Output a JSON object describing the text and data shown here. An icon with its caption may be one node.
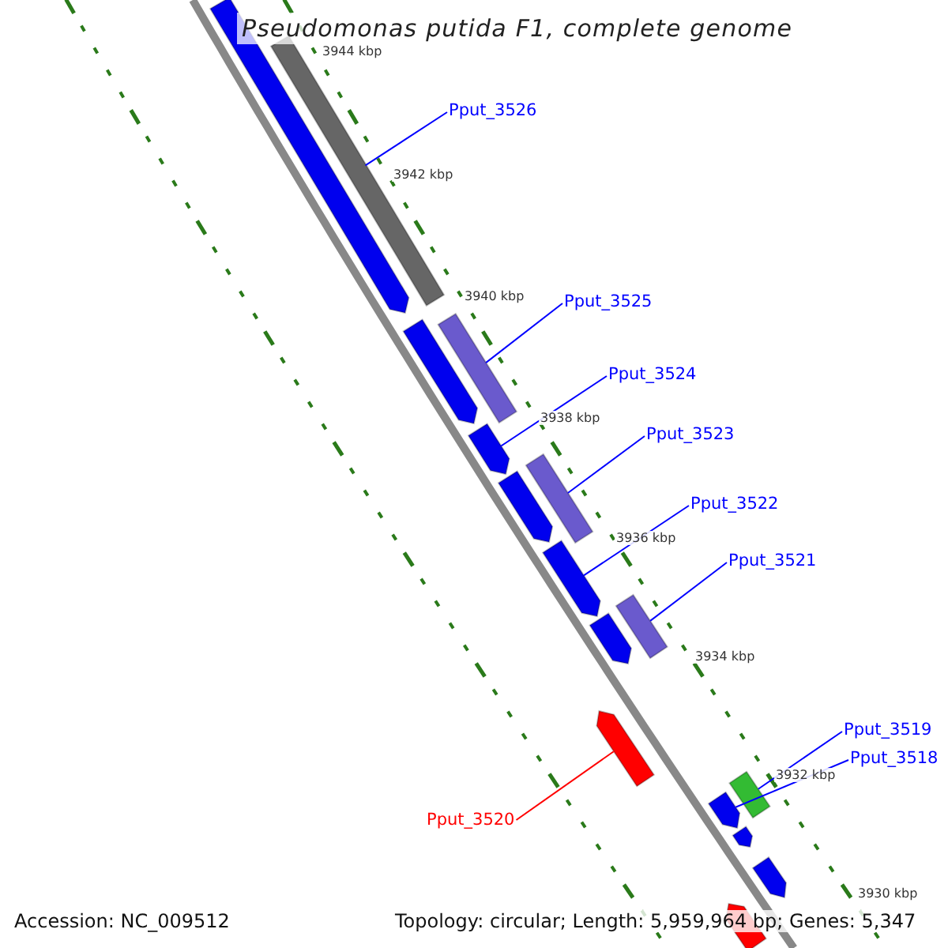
{
  "diagram": {
    "title": "Pseudomonas putida F1, complete genome",
    "nodes": [
      {
        "text": [
          "Pput_3526"
        ]
      },
      {
        "text": [
          "Pput_3525"
        ]
      },
      {
        "text": [
          "Pput_3524"
        ]
      },
      {
        "text": [
          "Pput_3523"
        ]
      },
      {
        "text": [
          "Pput_3522"
        ]
      },
      {
        "text": [
          "Pput_3521"
        ]
      },
      {
        "text": [
          "Pput_3520"
        ]
      },
      {
        "text": [
          "Pput_3519"
        ]
      },
      {
        "text": [
          "Pput_3518"
        ]
      },
      {
        "text": [],
        "shape": "bar"
      },
      {
        "text": [],
        "shape": "bar"
      },
      {
        "text": [],
        "shape": "bar"
      },
      {
        "text": [],
        "shape": "bar"
      },
      {
        "text": [],
        "shape": "bar"
      },
      {
        "text": [],
        "shape": "bar"
      },
      {
        "text": [],
        "shape": "bar"
      },
      {
        "text": [],
        "shape": "bar"
      },
      {
        "text": [],
        "shape": "bar"
      },
      {
        "text": [],
        "shape": "bar"
      },
      {
        "text": [],
        "shape": "bar"
      },
      {
        "text": [],
        "shape": "bar"
      },
      {
        "text": [],
        "shape": "bar"
      },
      {
        "text": [],
        "shape": "bar"
      },
      {
        "text": [],
        "shape": "bar"
      },
      {
        "text": [],
        "shape": "bar"
      }
    ],
    "edges": [
      {
        "from": 0,
        "to": 10,
        "arrow": "none"
      },
      {
        "from": 1,
        "to": 11,
        "arrow": "none"
      },
      {
        "from": 2,
        "to": 13,
        "arrow": "none"
      },
      {
        "from": 3,
        "to": 14,
        "arrow": "none"
      },
      {
        "from": 4,
        "to": 16,
        "arrow": "none"
      },
      {
        "from": 5,
        "to": 17,
        "arrow": "none"
      },
      {
        "from": 6,
        "to": 19,
        "arrow": "none",
        "color": "#ff0000"
      },
      {
        "from": 7,
        "to": 20,
        "arrow": "none"
      },
      {
        "from": 8,
        "to": 21,
        "arrow": "none"
      }
    ],
    "labels": [
      "3944 kbp",
      "3942 kbp",
      "3940 kbp",
      "3938 kbp",
      "3936 kbp",
      "3934 kbp",
      "3932 kbp",
      "3930 kbp",
      "Accession: NC_009512",
      "Topology: circular; Length: 5,959,964 bp; Genes: 5,347"
    ]
  }
}
